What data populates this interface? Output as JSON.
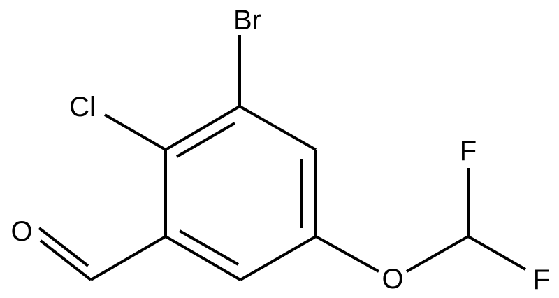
{
  "molecule": {
    "atoms": {
      "bromine": "Br",
      "chlorine": "Cl",
      "aldehyde_oxygen": "O",
      "ether_oxygen": "O",
      "fluorine_top": "F",
      "fluorine_bottom": "F"
    }
  },
  "colors": {
    "bond": "#000000",
    "label": "#000000",
    "background": "#ffffff"
  }
}
